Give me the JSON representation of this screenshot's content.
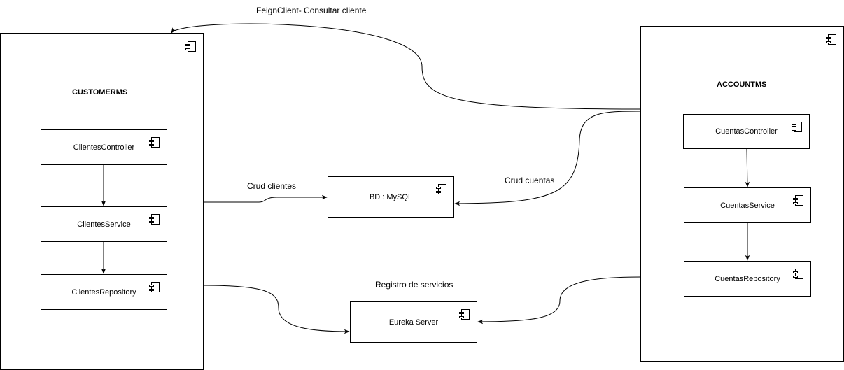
{
  "containers": {
    "customer": {
      "title": "CUSTOMERMS"
    },
    "account": {
      "title": "ACCOUNTMS"
    }
  },
  "components": {
    "clientes_controller": "ClientesController",
    "clientes_service": "ClientesService",
    "clientes_repository": "ClientesRepository",
    "bd": "BD : MySQL",
    "eureka": "Eureka Server",
    "cuentas_controller": "CuentasController",
    "cuentas_service": "CuentasService",
    "cuentas_repository": "CuentasRepository"
  },
  "edge_labels": {
    "feign": "FeignClient- Consultar cliente",
    "crud_clientes": "Crud clientes",
    "crud_cuentas": "Crud cuentas",
    "registro": "Registro de servicios"
  },
  "icons": {
    "component": "uml-component-icon"
  }
}
